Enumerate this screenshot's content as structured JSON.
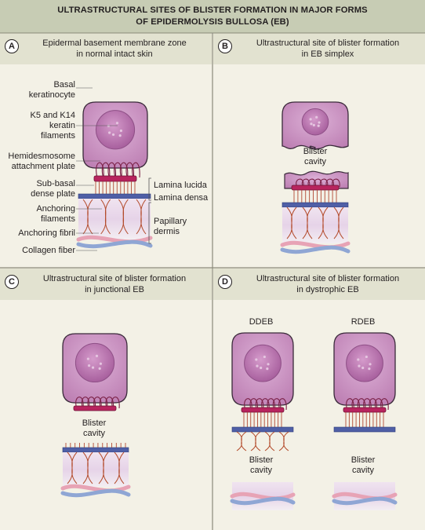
{
  "title": {
    "line1": "ULTRASTRUCTURAL SITES OF BLISTER FORMATION IN MAJOR FORMS",
    "line2": "OF EPIDERMOLYSIS BULLOSA (EB)"
  },
  "panels": {
    "a": {
      "letter": "A",
      "caption1": "Epidermal basement membrane zone",
      "caption2": "in normal intact skin",
      "labels": {
        "basal1": "Basal",
        "basal2": "keratinocyte",
        "k5_1": "K5 and K14",
        "k5_2": "keratin",
        "k5_3": "filaments",
        "hemi1": "Hemidesmosome",
        "hemi2": "attachment plate",
        "subbasal1": "Sub-basal",
        "subbasal2": "dense plate",
        "anch1": "Anchoring",
        "anch2": "filaments",
        "fibril": "Anchoring fibril",
        "collagen": "Collagen fiber",
        "lucida": "Lamina lucida",
        "densa": "Lamina densa",
        "pap1": "Papillary",
        "pap2": "dermis"
      }
    },
    "b": {
      "letter": "B",
      "caption1": "Ultrastructural site of blister formation",
      "caption2": "in EB simplex",
      "blister1": "Blister",
      "blister2": "cavity"
    },
    "c": {
      "letter": "C",
      "caption1": "Ultrastructural site of blister formation",
      "caption2": "in junctional EB",
      "blister1": "Blister",
      "blister2": "cavity"
    },
    "d": {
      "letter": "D",
      "caption1": "Ultrastructural site of blister formation",
      "caption2": "in dystrophic EB",
      "ddeb": "DDEB",
      "rdeb": "RDEB",
      "blister1": "Blister",
      "blister2": "cavity"
    }
  },
  "colors": {
    "background": "#f3f1e6",
    "title_band": "#c7ccb4",
    "panel_head": "#e2e2d0",
    "cell": "#c98dc0",
    "nucleus": "#b971ad",
    "plate": "#b8245e",
    "lamina_densa": "#4f5fa6",
    "dermis": "#e6d5e6",
    "filament": "#a0522d",
    "fiber_pink": "#e7a3b5",
    "fiber_blue": "#8fa6d4"
  }
}
